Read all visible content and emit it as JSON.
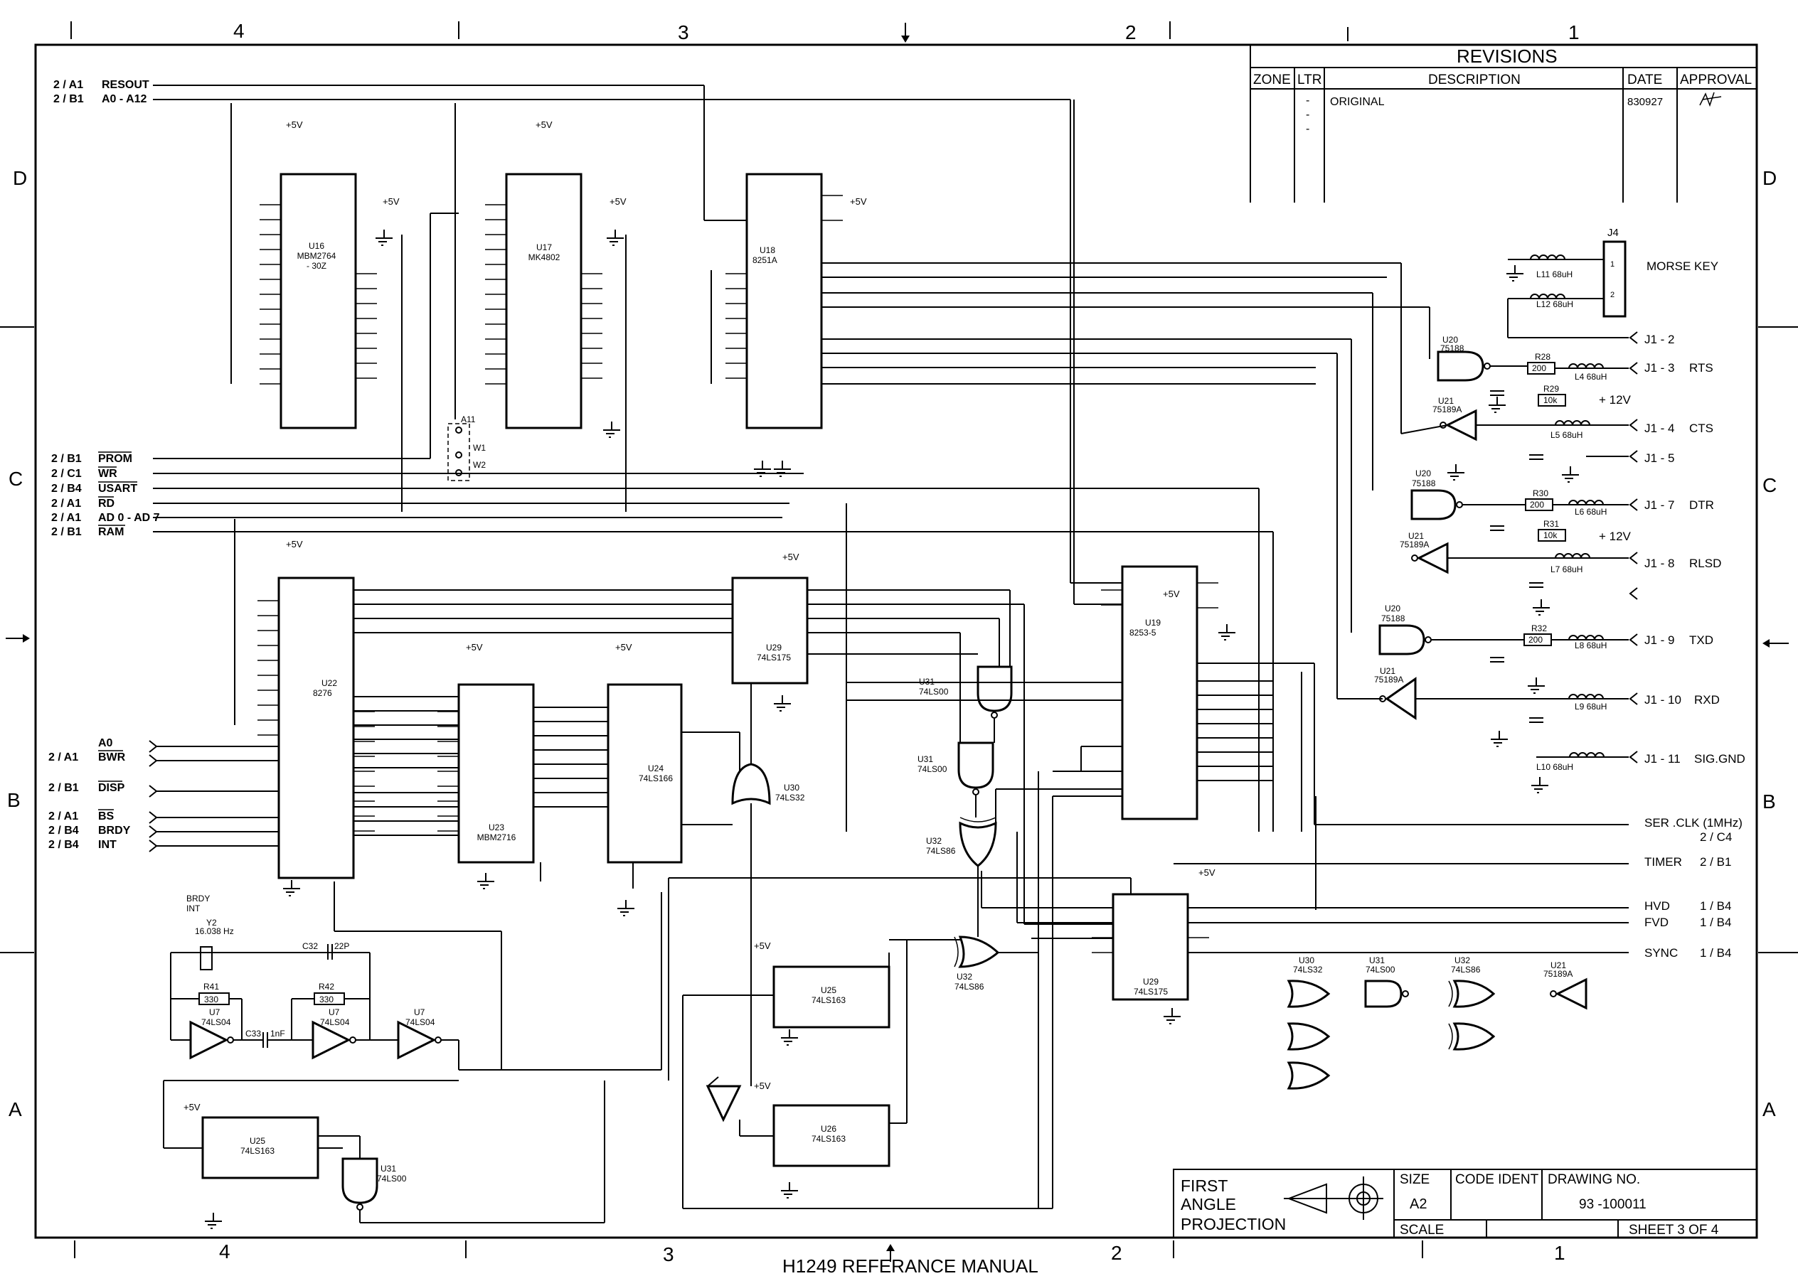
{
  "footer_title": "H1249 REFERANCE MANUAL",
  "colors": {
    "ink": "#000000",
    "paper": "#ffffff"
  },
  "zones": {
    "columns": [
      "4",
      "3",
      "2",
      "1"
    ],
    "rows": [
      "D",
      "C",
      "B",
      "A"
    ]
  },
  "revisions": {
    "title": "REVISIONS",
    "headers": [
      "ZONE",
      "LTR",
      "DESCRIPTION",
      "DATE",
      "APPROVAL"
    ],
    "ltr": [
      "-",
      "-",
      "-"
    ],
    "description": "ORIGINAL",
    "date": "830927",
    "approval": "initials"
  },
  "title_block": {
    "projection": [
      "FIRST",
      "ANGLE",
      "PROJECTION"
    ],
    "size_label": "SIZE",
    "size_value": "A2",
    "code_ident_label": "CODE IDENT",
    "drawing_no_label": "DRAWING NO.",
    "drawing_no": "93 -100011",
    "scale_label": "SCALE",
    "sheet": "SHEET 3 OF 4"
  },
  "left_signals": [
    {
      "ref": "2 / A1",
      "name": "RESOUT"
    },
    {
      "ref": "2 / B1",
      "name": "A0 - A12"
    },
    {
      "ref": "2 / B1",
      "name": "PROM"
    },
    {
      "ref": "2 / C1",
      "name": "WR"
    },
    {
      "ref": "2 / B4",
      "name": "USART"
    },
    {
      "ref": "2 / A1",
      "name": "RD"
    },
    {
      "ref": "2 / A1",
      "name": "AD 0 - AD 7"
    },
    {
      "ref": "2 / B1",
      "name": "RAM"
    }
  ],
  "left_signals_b": [
    {
      "ref": "",
      "name": "A0"
    },
    {
      "ref": "2 / A1",
      "name": "BWR"
    },
    {
      "ref": "2 / B1",
      "name": "DISP"
    },
    {
      "ref": "2 / A1",
      "name": "BS"
    },
    {
      "ref": "2 / B4",
      "name": "BRDY"
    },
    {
      "ref": "2 / B4",
      "name": "INT"
    }
  ],
  "chips": {
    "u16": {
      "ref": "U16",
      "part": "MBM2764",
      "sub": "- 30Z"
    },
    "u17": {
      "ref": "U17",
      "part": "MK4802"
    },
    "u18": {
      "ref": "U18",
      "part": "8251A"
    },
    "u22": {
      "ref": "U22",
      "part": "8276"
    },
    "u23": {
      "ref": "U23",
      "part": "MBM2716"
    },
    "u24": {
      "ref": "U24",
      "part": "74LS166"
    },
    "u29a": {
      "ref": "U29",
      "part": "74LS175"
    },
    "u19": {
      "ref": "U19",
      "part": "8253-5"
    },
    "u29b": {
      "ref": "U29",
      "part": "74LS175"
    },
    "u25a": {
      "ref": "U25",
      "part": "74LS163"
    },
    "u25b": {
      "ref": "U25",
      "part": "74LS163"
    },
    "u26": {
      "ref": "U26",
      "part": "74LS163"
    },
    "j4": {
      "ref": "J4"
    }
  },
  "gates": {
    "u31a": {
      "ref": "U31",
      "part": "74LS00"
    },
    "u31b": {
      "ref": "U31",
      "part": "74LS00"
    },
    "u30": {
      "ref": "U30",
      "part": "74LS32"
    },
    "u32a": {
      "ref": "U32",
      "part": "74LS86"
    },
    "u32b": {
      "ref": "U32",
      "part": "74LS86"
    },
    "u20a": {
      "ref": "U20",
      "part": "75188"
    },
    "u20b": {
      "ref": "U20",
      "part": "75188"
    },
    "u20c": {
      "ref": "U20",
      "part": "75188"
    },
    "u21a": {
      "ref": "U21",
      "part": "75189A"
    },
    "u21b": {
      "ref": "U21",
      "part": "75189A"
    },
    "u21c": {
      "ref": "U21",
      "part": "75189A"
    },
    "u7a": {
      "ref": "U7",
      "part": "74LS04"
    },
    "u7b": {
      "ref": "U7",
      "part": "74LS04"
    },
    "u7c": {
      "ref": "U7",
      "part": "74LS04"
    },
    "u31c": {
      "ref": "U31",
      "part": "74LS00"
    }
  },
  "spare_gates": [
    {
      "ref": "U30",
      "part": "74LS32"
    },
    {
      "ref": "U31",
      "part": "74LS00"
    },
    {
      "ref": "U32",
      "part": "74LS86"
    },
    {
      "ref": "U21",
      "part": "75189A"
    }
  ],
  "passives": {
    "y2": "Y2",
    "y2_freq": "16.038 Hz",
    "r41": "R41",
    "r41_val": "330",
    "r42": "R42",
    "r42_val": "330",
    "c32": "C32",
    "c32_val": "22P",
    "c33": "C33",
    "c33_val": "1nF",
    "r28": "R28",
    "r28_val": "200",
    "r29": "R29",
    "r29_val": "10k",
    "r30": "R30",
    "r30_val": "200",
    "r31": "R31",
    "r31_val": "10k",
    "r32": "R32",
    "r32_val": "200",
    "l4": "L4  68uH",
    "l5": "L5  68uH",
    "l6": "L6  68uH",
    "l7": "L7  68uH",
    "l8": "L8  68uH",
    "l9": "L9  68uH",
    "l10": "L10 68uH",
    "l11": "L11 68uH",
    "l12": "L12 68uH",
    "plus12": "+ 12V",
    "plus5": "+5V",
    "brdy_int": [
      "BRDY",
      "INT"
    ],
    "w1": "W1",
    "w2": "W2",
    "a11": "A11"
  },
  "connector_labels": [
    {
      "pin": "J1 - 2",
      "sig": ""
    },
    {
      "pin": "J1 - 3",
      "sig": "RTS"
    },
    {
      "pin": "J1 - 4",
      "sig": "CTS"
    },
    {
      "pin": "J1 - 5",
      "sig": ""
    },
    {
      "pin": "J1 - 7",
      "sig": "DTR"
    },
    {
      "pin": "J1 - 8",
      "sig": "RLSD"
    },
    {
      "pin": "J1 - 9",
      "sig": "TXD"
    },
    {
      "pin": "J1 - 10",
      "sig": "RXD"
    },
    {
      "pin": "J1 - 11",
      "sig": "SIG.GND"
    }
  ],
  "morse_key": "MORSE KEY",
  "right_outputs": [
    {
      "name": "SER .CLK (1MHz)",
      "ref": "2 / C4"
    },
    {
      "name": "TIMER",
      "ref": "2 / B1"
    },
    {
      "name": "HVD",
      "ref": "1 / B4"
    },
    {
      "name": "FVD",
      "ref": "1 / B4"
    },
    {
      "name": "SYNC",
      "ref": "1 / B4"
    }
  ]
}
